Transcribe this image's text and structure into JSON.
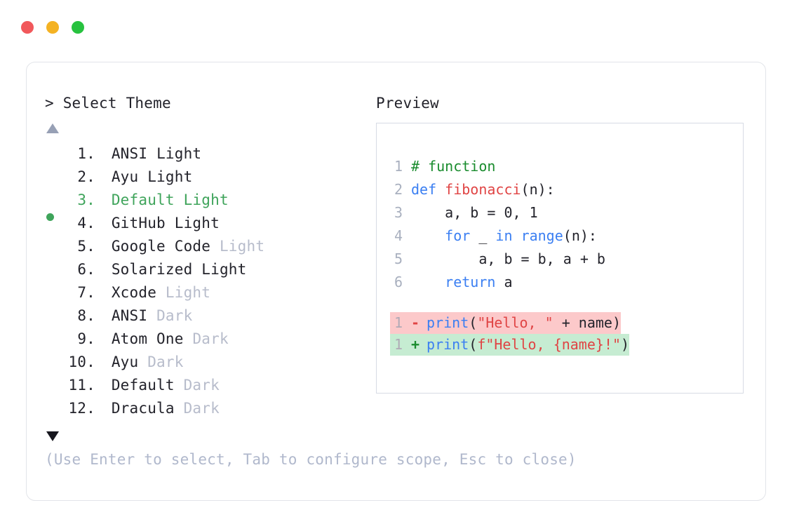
{
  "window": {
    "traffic_lights": [
      {
        "name": "close",
        "color": "#f1585b"
      },
      {
        "name": "minimize",
        "color": "#f4b223"
      },
      {
        "name": "maximize",
        "color": "#27c23f"
      }
    ]
  },
  "left": {
    "prompt_caret": ">",
    "prompt_title": "Select Theme",
    "scroll_up_icon": "triangle-up-icon",
    "scroll_down_icon": "triangle-down-icon",
    "selected_index": 3,
    "selected_color": "#3fa45b",
    "items": [
      {
        "num": "1.",
        "name": "ANSI",
        "suffix": "Light",
        "suffix_dim": false,
        "selected": false
      },
      {
        "num": "2.",
        "name": "Ayu",
        "suffix": "Light",
        "suffix_dim": false,
        "selected": false
      },
      {
        "num": "3.",
        "name": "Default",
        "suffix": "Light",
        "suffix_dim": false,
        "selected": true
      },
      {
        "num": "4.",
        "name": "GitHub",
        "suffix": "Light",
        "suffix_dim": false,
        "selected": false
      },
      {
        "num": "5.",
        "name": "Google Code",
        "suffix": "Light",
        "suffix_dim": true,
        "selected": false
      },
      {
        "num": "6.",
        "name": "Solarized",
        "suffix": "Light",
        "suffix_dim": false,
        "selected": false
      },
      {
        "num": "7.",
        "name": "Xcode",
        "suffix": "Light",
        "suffix_dim": true,
        "selected": false
      },
      {
        "num": "8.",
        "name": "ANSI",
        "suffix": "Dark",
        "suffix_dim": true,
        "selected": false
      },
      {
        "num": "9.",
        "name": "Atom One",
        "suffix": "Dark",
        "suffix_dim": true,
        "selected": false
      },
      {
        "num": "10.",
        "name": "Ayu",
        "suffix": "Dark",
        "suffix_dim": true,
        "selected": false
      },
      {
        "num": "11.",
        "name": "Default",
        "suffix": "Dark",
        "suffix_dim": true,
        "selected": false
      },
      {
        "num": "12.",
        "name": "Dracula",
        "suffix": "Dark",
        "suffix_dim": true,
        "selected": false
      }
    ]
  },
  "right": {
    "label": "Preview",
    "code_lines": [
      {
        "no": "1",
        "tokens": [
          {
            "t": "# function",
            "c": "tok-comment"
          }
        ]
      },
      {
        "no": "2",
        "tokens": [
          {
            "t": "def ",
            "c": "tok-keyword"
          },
          {
            "t": "fibonacci",
            "c": "tok-func"
          },
          {
            "t": "(n):",
            "c": "tok-plain"
          }
        ]
      },
      {
        "no": "3",
        "tokens": [
          {
            "t": "    a, b = ",
            "c": "tok-plain"
          },
          {
            "t": "0",
            "c": "tok-number"
          },
          {
            "t": ", ",
            "c": "tok-plain"
          },
          {
            "t": "1",
            "c": "tok-number"
          }
        ]
      },
      {
        "no": "4",
        "tokens": [
          {
            "t": "    ",
            "c": "tok-plain"
          },
          {
            "t": "for",
            "c": "tok-keyword"
          },
          {
            "t": " _ ",
            "c": "tok-plain"
          },
          {
            "t": "in",
            "c": "tok-keyword"
          },
          {
            "t": " ",
            "c": "tok-plain"
          },
          {
            "t": "range",
            "c": "tok-keyword"
          },
          {
            "t": "(n):",
            "c": "tok-plain"
          }
        ]
      },
      {
        "no": "5",
        "tokens": [
          {
            "t": "        a, b = b, a + b",
            "c": "tok-plain"
          }
        ]
      },
      {
        "no": "6",
        "tokens": [
          {
            "t": "    ",
            "c": "tok-plain"
          },
          {
            "t": "return",
            "c": "tok-keyword"
          },
          {
            "t": " a",
            "c": "tok-plain"
          }
        ]
      }
    ],
    "diff_lines": [
      {
        "kind": "del",
        "no": "1",
        "sign": "-",
        "tokens": [
          {
            "t": "print",
            "c": "tok-keyword"
          },
          {
            "t": "(",
            "c": "tok-plain"
          },
          {
            "t": "\"Hello, \"",
            "c": "tok-string"
          },
          {
            "t": " + name)",
            "c": "tok-plain"
          }
        ]
      },
      {
        "kind": "add",
        "no": "1",
        "sign": "+",
        "tokens": [
          {
            "t": "print",
            "c": "tok-keyword"
          },
          {
            "t": "(",
            "c": "tok-plain"
          },
          {
            "t": "f\"Hello, ",
            "c": "tok-string"
          },
          {
            "t": "{name}",
            "c": "tok-string"
          },
          {
            "t": "!\"",
            "c": "tok-string"
          },
          {
            "t": ")",
            "c": "tok-plain"
          }
        ]
      }
    ]
  },
  "footer": {
    "hint": "(Use Enter to select, Tab to configure scope, Esc to close)"
  }
}
